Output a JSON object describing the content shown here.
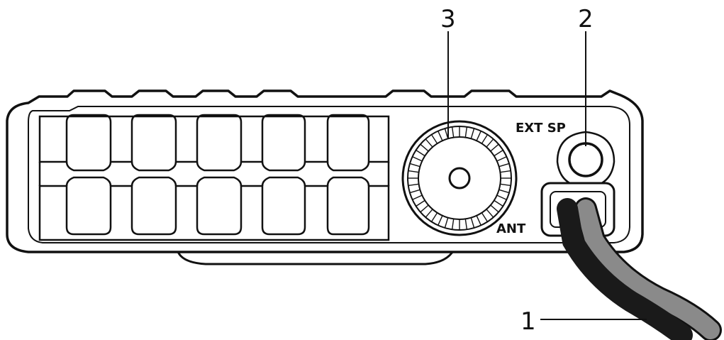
{
  "callouts": {
    "power_cable": "1",
    "ext_sp_jack": "2",
    "antenna_connector": "3"
  },
  "labels": {
    "ext_sp": "EXT SP",
    "ant": "ANT"
  },
  "colors": {
    "line": "#111111",
    "cable_black": "#1a1a1a",
    "cable_gray": "#8a8a8a",
    "background": "#ffffff"
  }
}
